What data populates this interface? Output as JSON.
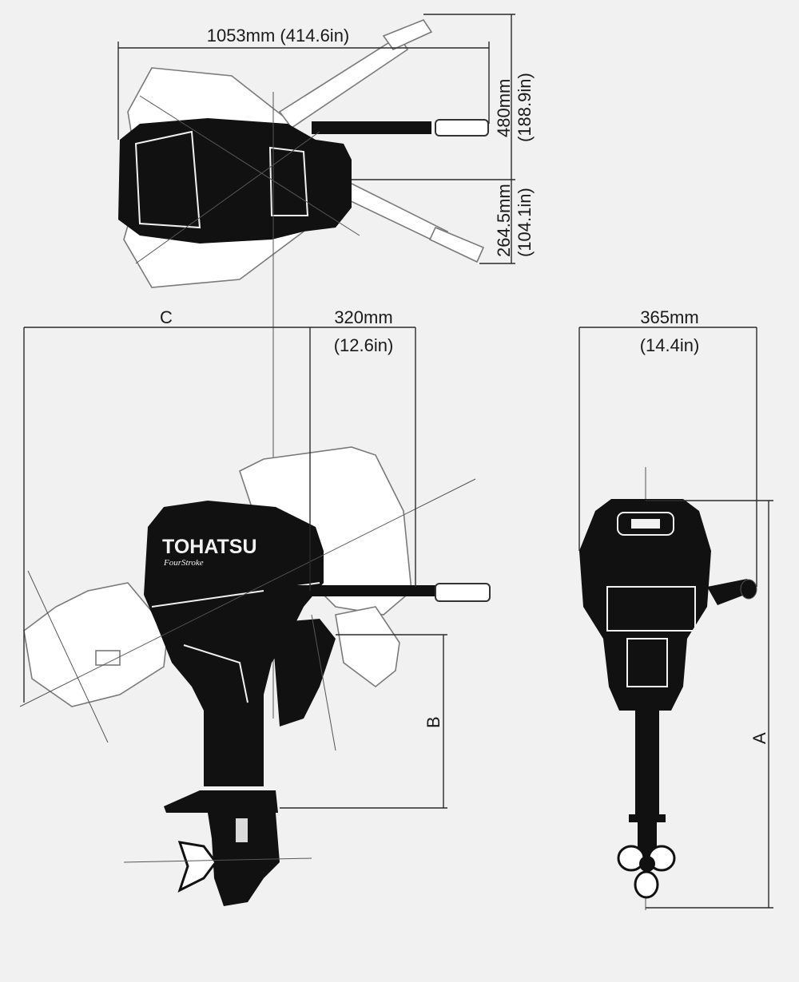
{
  "dimensions": {
    "top_width": "1053mm (414.6in)",
    "tiller_right_mm": "480mm",
    "tiller_right_in": "(188.9in)",
    "tiller_left_mm": "264.5mm",
    "tiller_left_in": "(104.1in)",
    "c_label": "C",
    "transom_mm": "320mm",
    "transom_in": "(12.6in)",
    "width_mm": "365mm",
    "width_in": "(14.4in)",
    "b_label": "B",
    "a_label": "A"
  },
  "brand": {
    "logo_text": "TOHATSU",
    "sub_text": "FourStroke"
  }
}
